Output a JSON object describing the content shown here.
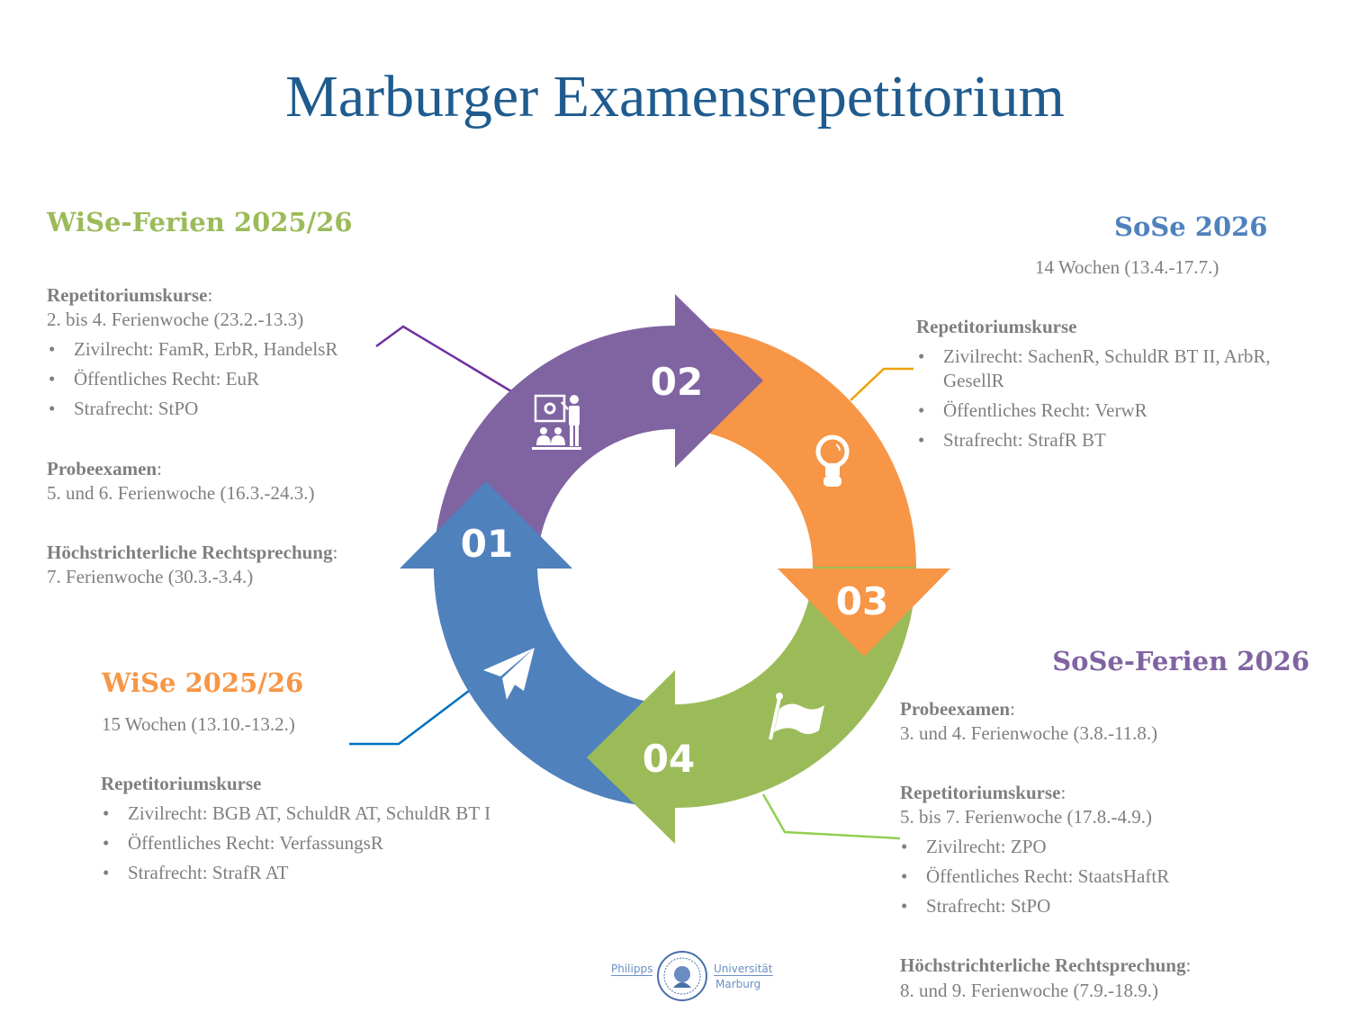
{
  "title": "Marburger Examensrepetitorium",
  "colors": {
    "title": "#1f5b8e",
    "step1": "#4f81bd",
    "step2": "#8064a2",
    "step3": "#f79646",
    "step4": "#9bbb59",
    "text": "#7f7f7f"
  },
  "cycle": [
    {
      "number": "01",
      "icon": "paper-plane-icon"
    },
    {
      "number": "02",
      "icon": "presentation-icon"
    },
    {
      "number": "03",
      "icon": "lightbulb-icon"
    },
    {
      "number": "04",
      "icon": "flag-icon"
    }
  ],
  "wise_ferien": {
    "heading": "WiSe-Ferien 2025/26",
    "rep_label": "Repetitoriumskurse",
    "rep_date": "2. bis 4. Ferienwoche (23.2.-13.3)",
    "rep_items": [
      "Zivilrecht: FamR, ErbR, HandelsR",
      "Öffentliches Recht: EuR",
      "Strafrecht: StPO"
    ],
    "probe_label": "Probeexamen",
    "probe_date": "5. und 6. Ferienwoche (16.3.-24.3.)",
    "hr_label": "Höchstrichterliche Rechtsprechung",
    "hr_date": "7. Ferienwoche (30.3.-3.4.)"
  },
  "sose": {
    "heading": "SoSe 2026",
    "duration": "14 Wochen (13.4.-17.7.)",
    "rep_label": "Repetitoriumskurse",
    "rep_items": [
      "Zivilrecht: SachenR, SchuldR BT II, ArbR,",
      "GesellR",
      "Öffentliches Recht: VerwR",
      "Strafrecht: StrafR BT"
    ]
  },
  "sose_ferien": {
    "heading": "SoSe-Ferien 2026",
    "probe_label": "Probeexamen",
    "probe_date": "3. und 4. Ferienwoche (3.8.-11.8.)",
    "rep_label": "Repetitoriumskurse",
    "rep_date": "5. bis 7. Ferienwoche (17.8.-4.9.)",
    "rep_items": [
      "Zivilrecht: ZPO",
      "Öffentliches Recht: StaatsHaftR",
      "Strafrecht: StPO"
    ],
    "hr_label": "Höchstrichterliche Rechtsprechung",
    "hr_date": "8. und 9. Ferienwoche (7.9.-18.9.)"
  },
  "wise": {
    "heading": "WiSe 2025/26",
    "duration": "15 Wochen (13.10.-13.2.)",
    "rep_label": "Repetitoriumskurse",
    "rep_items": [
      "Zivilrecht: BGB AT, SchuldR AT, SchuldR BT I",
      "Öffentliches Recht: VerfassungsR",
      "Strafrecht: StrafR AT"
    ]
  },
  "colon": ":",
  "bullet": "•",
  "logo": {
    "left": "Philipps",
    "right_top": "Universität",
    "right_bottom": "Marburg"
  }
}
